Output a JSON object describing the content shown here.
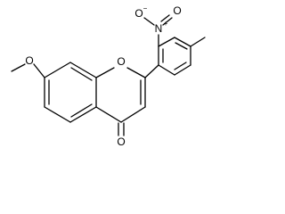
{
  "molecule": {
    "atoms": {
      "methoxy_o": "O",
      "ring_o": "O",
      "nitro_n": "N",
      "nitro_n_charge": "+",
      "nitro_o_left": "O",
      "nitro_o_right": "O",
      "nitro_o_charge": "−",
      "carbonyl_o": "O"
    }
  }
}
